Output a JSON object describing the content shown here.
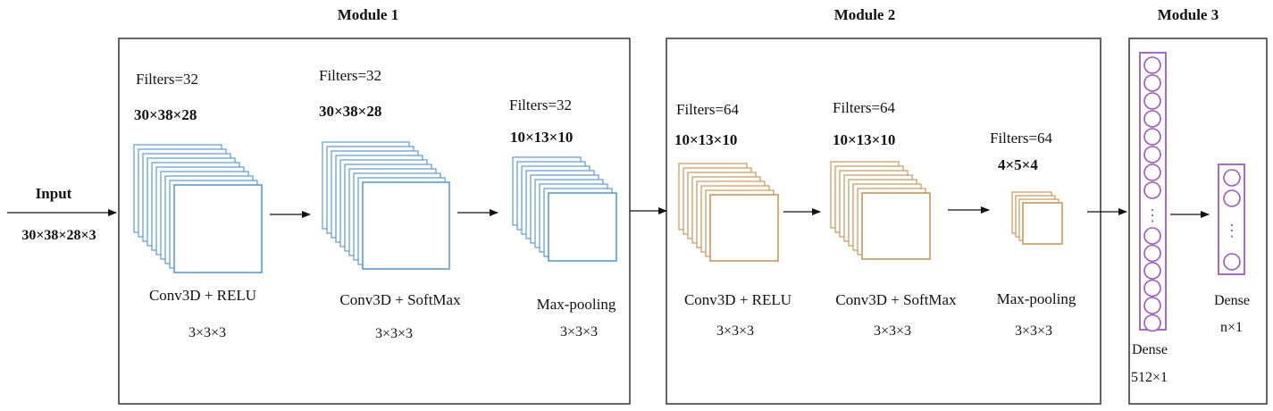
{
  "input": {
    "label": "Input",
    "shape": "30×38×28×3"
  },
  "modules": [
    {
      "title": "Module 1",
      "layers": [
        {
          "filters": "Filters=32",
          "shape": "30×38×28",
          "op": "Conv3D + RELU",
          "kernel": "3×3×3"
        },
        {
          "filters": "Filters=32",
          "shape": "30×38×28",
          "op": "Conv3D + SoftMax",
          "kernel": "3×3×3"
        },
        {
          "filters": "Filters=32",
          "shape": "10×13×10",
          "op": "Max-pooling",
          "kernel": "3×3×3"
        }
      ]
    },
    {
      "title": "Module 2",
      "layers": [
        {
          "filters": "Filters=64",
          "shape": "10×13×10",
          "op": "Conv3D + RELU",
          "kernel": "3×3×3"
        },
        {
          "filters": "Filters=64",
          "shape": "10×13×10",
          "op": "Conv3D + SoftMax",
          "kernel": "3×3×3"
        },
        {
          "filters": "Filters=64",
          "shape": "4×5×4",
          "op": "Max-pooling",
          "kernel": "3×3×3"
        }
      ]
    },
    {
      "title": "Module 3",
      "layers": [
        {
          "name": "Dense",
          "size": "512×1",
          "dots": "⋮"
        },
        {
          "name": "Dense",
          "size": "n×1",
          "dots": "⋮"
        }
      ]
    }
  ],
  "colors": {
    "blue_stack": "#5b9bd5",
    "orange_stack": "#c8975a",
    "purple_dense": "#9b59c6",
    "frame": "#333333",
    "arrow": "#111111"
  }
}
